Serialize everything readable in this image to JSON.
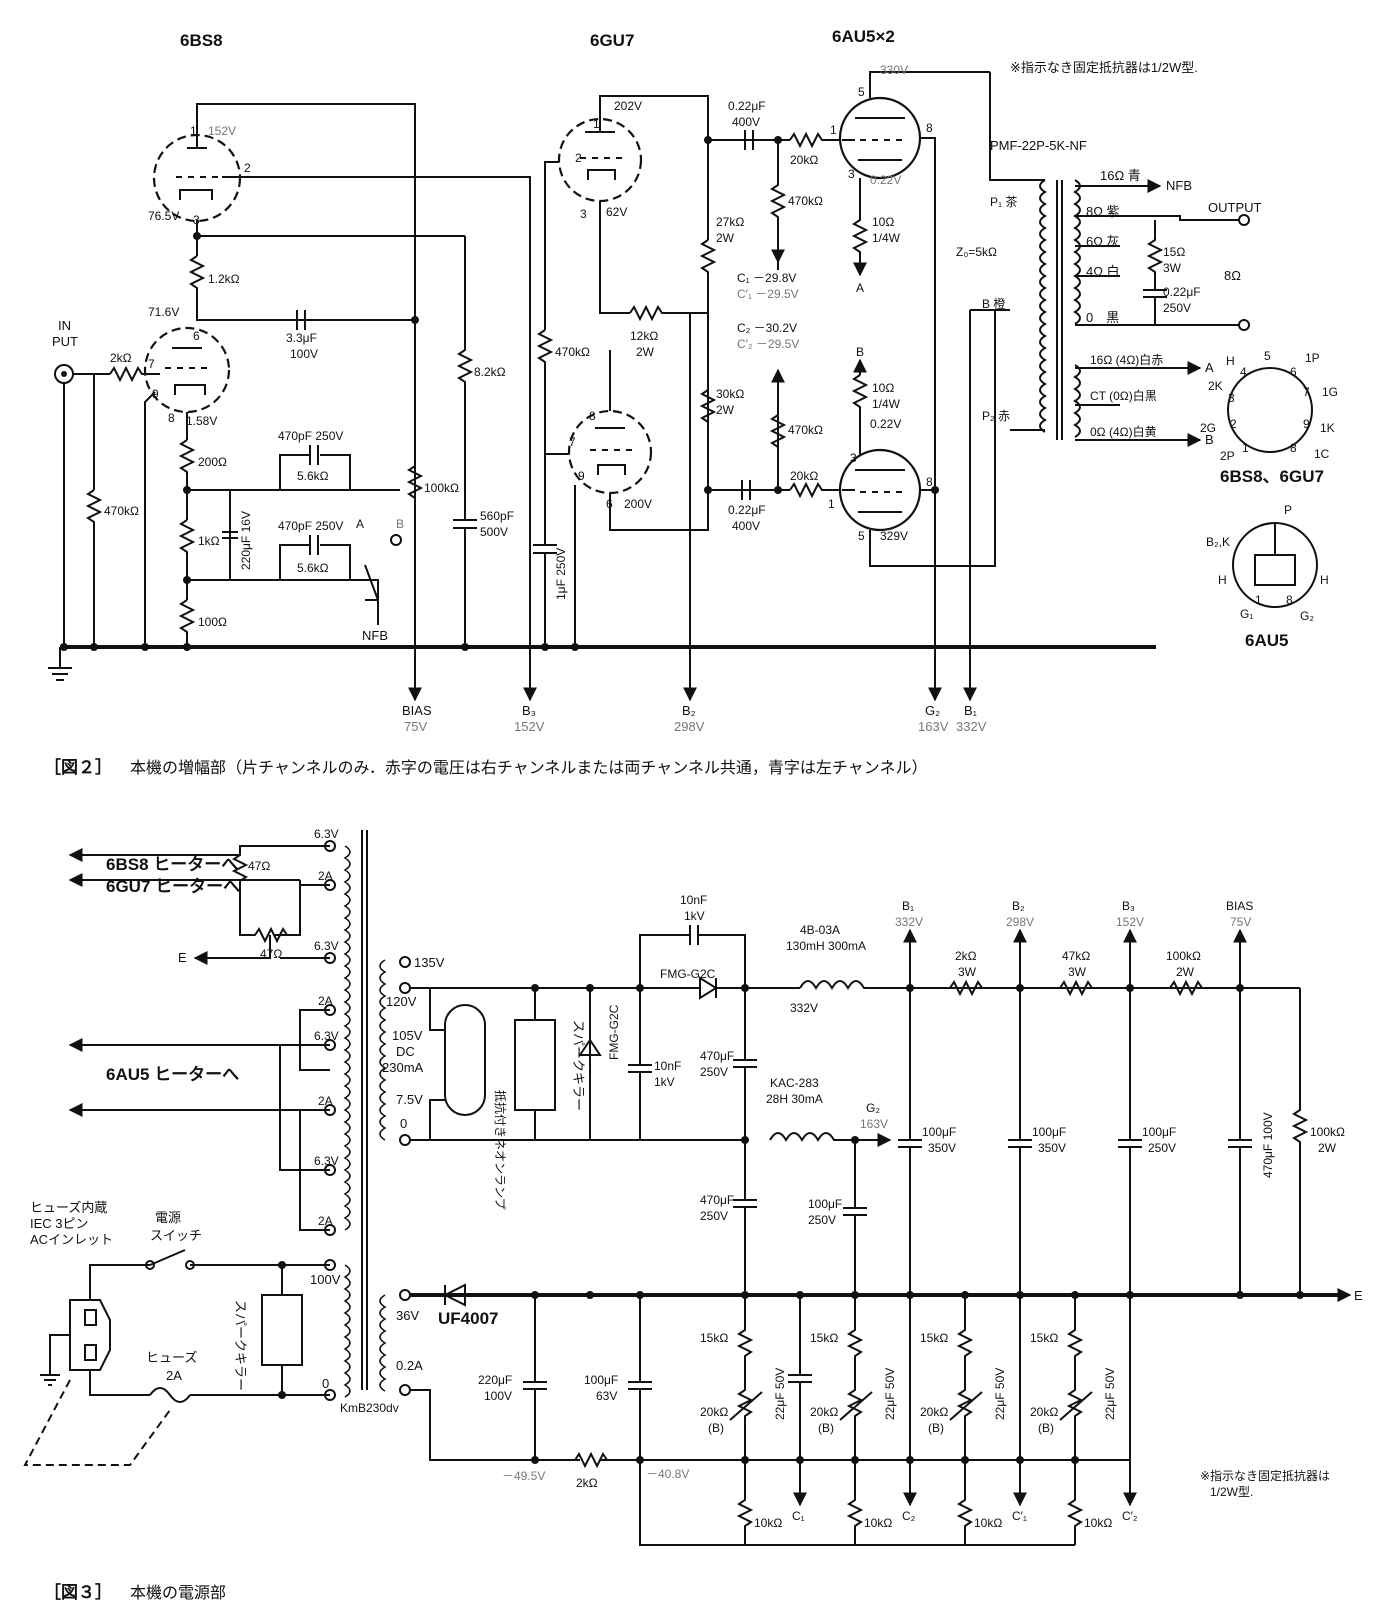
{
  "fig2": {
    "tube_labels": [
      "6BS8",
      "6GU7",
      "6AU5×2"
    ],
    "note": "※指示なき固定抵抗器は1/2W型.",
    "caption_num": "［図２］",
    "caption": "本機の増幅部（片チャンネルのみ．赤字の電圧は右チャンネルまたは両チャンネル共通，青字は左チャンネル）",
    "input": [
      "IN",
      "PUT"
    ],
    "transformer": "PMF-22P-5K-NF",
    "zp": "Z₀=5kΩ",
    "primary": [
      "P₁ 茶",
      "B 橙",
      "P₂ 赤"
    ],
    "secondary": [
      "16Ω 青",
      "8Ω 紫",
      "6Ω 灰",
      "4Ω 白",
      "0　黒"
    ],
    "secondary2": [
      "16Ω (4Ω)白赤",
      "CT (0Ω)白黒",
      "0Ω (4Ω)白黄"
    ],
    "output": "OUTPUT",
    "output_ohm": "8Ω",
    "nfb": "NFB",
    "supplies": [
      "BIAS",
      "75V",
      "B₃",
      "152V",
      "B₂",
      "298V",
      "G₂",
      "163V",
      "B₁",
      "332V"
    ],
    "labels": [
      "152V",
      "2",
      "76.5V",
      "3",
      "1.2kΩ",
      "71.6V",
      "6",
      "3.3μF",
      "100V",
      "7",
      "9",
      "8",
      "1.58V",
      "2kΩ",
      "200Ω",
      "470pF 250V",
      "5.6kΩ",
      "1kΩ",
      "220μF 16V",
      "470pF 250V",
      "5.6kΩ",
      "A",
      "B",
      "100Ω",
      "100kΩ",
      "470kΩ",
      "8.2kΩ",
      "560pF",
      "500V",
      "202V",
      "2",
      "3",
      "62V",
      "470kΩ",
      "12kΩ",
      "2W",
      "27kΩ",
      "2W",
      "30kΩ",
      "2W",
      "7",
      "9",
      "6",
      "200V",
      "1μF 250V",
      "0.22μF",
      "400V",
      "20kΩ",
      "470kΩ",
      "C₁ －29.8V",
      "C′₁ －29.5V",
      "C₂ －30.2V",
      "C′₂ －29.5V",
      "470kΩ",
      "20kΩ",
      "0.22μF",
      "400V",
      "330V",
      "5",
      "1",
      "8",
      "3",
      "0.22V",
      "10Ω",
      "1/4W",
      "A",
      "B",
      "10Ω",
      "1/4W",
      "0.22V",
      "3",
      "1",
      "8",
      "5",
      "329V",
      "15Ω",
      "3W",
      "0.22μF",
      "250V"
    ],
    "pins_a": {
      "title": "6BS8、6GU7",
      "pins": [
        "H",
        "5",
        "1P",
        "2K",
        "4",
        "6",
        "3",
        "7",
        "1G",
        "2G",
        "2",
        "9",
        "1K",
        "2P",
        "1",
        "8",
        "1C"
      ]
    },
    "pins_b": {
      "title": "6AU5",
      "pins": [
        "P",
        "B₂,K",
        "H",
        "H",
        "G₁",
        "1",
        "8",
        "G₂"
      ]
    }
  },
  "fig3": {
    "caption_num": "［図３］",
    "caption": "本機の電源部",
    "heaters": [
      "6BS8 ヒーターへ",
      "6GU7 ヒーターへ",
      "6AU5 ヒーターへ"
    ],
    "e_label": "E",
    "taps_left": [
      "6.3V",
      "2A",
      "47Ω",
      "47Ω",
      "6.3V",
      "2A",
      "6.3V",
      "2A",
      "6.3V",
      "2A"
    ],
    "taps_hv": [
      "135V",
      "120V",
      "105V",
      "DC",
      "230mA",
      "7.5V",
      "0"
    ],
    "neon": "抵抗付きネオンランプ",
    "spark": "スパークキラー",
    "fmg_v": "FMG-G2C",
    "fmg_top": "FMG-G2C",
    "cap_10nf_top": [
      "10nF",
      "1kV"
    ],
    "cap_10nf": [
      "10nF",
      "1kV"
    ],
    "choke1": [
      "4B-03A",
      "130mH 300mA"
    ],
    "v332": "332V",
    "choke2": [
      "KAC-283",
      "28H 30mA"
    ],
    "cap_470_1": [
      "470μF",
      "250V"
    ],
    "cap_470_2": [
      "470μF",
      "250V"
    ],
    "cap_100_g2": [
      "100μF",
      "250V"
    ],
    "g2": [
      "G₂",
      "163V"
    ],
    "rails": [
      {
        "name": "B₁",
        "v": "332V"
      },
      {
        "name": "B₂",
        "v": "298V"
      },
      {
        "name": "B₃",
        "v": "152V"
      },
      {
        "name": "BIAS",
        "v": "75V"
      }
    ],
    "series_r": [
      [
        "2kΩ",
        "3W"
      ],
      [
        "47kΩ",
        "3W"
      ],
      [
        "100kΩ",
        "2W"
      ]
    ],
    "bulk_caps": [
      [
        "100μF",
        "350V"
      ],
      [
        "100μF",
        "350V"
      ],
      [
        "100μF",
        "250V"
      ],
      [
        "470μF 100V"
      ]
    ],
    "r_bias": [
      "100kΩ",
      "2W"
    ],
    "mains": [
      "ヒューズ内蔵",
      "IEC 3ピン",
      "ACインレット"
    ],
    "switch": [
      "電源",
      "スイッチ"
    ],
    "fuse": [
      "ヒューズ",
      "2A"
    ],
    "spark2": "スパークキラー",
    "pri": [
      "100V",
      "0"
    ],
    "sec_bias": [
      "36V",
      "0.2A"
    ],
    "uf": "UF4007",
    "trafo": "KmB230dv",
    "cap_220": [
      "220μF",
      "100V"
    ],
    "cap_100_63": [
      "100μF",
      "63V"
    ],
    "r_2k": "2kΩ",
    "v_neg": [
      "－49.5V",
      "－40.8V"
    ],
    "adj": [
      {
        "r1": "15kΩ",
        "vr": "20kΩ",
        "b": "(B)",
        "r2": "10kΩ",
        "cap": "22μF 50V",
        "out": "C₁"
      },
      {
        "r1": "15kΩ",
        "vr": "20kΩ",
        "b": "(B)",
        "r2": "10kΩ",
        "cap": "22μF 50V",
        "out": "C₂"
      },
      {
        "r1": "15kΩ",
        "vr": "20kΩ",
        "b": "(B)",
        "r2": "10kΩ",
        "cap": "22μF 50V",
        "out": "C′₁"
      },
      {
        "r1": "15kΩ",
        "vr": "20kΩ",
        "b": "(B)",
        "r2": "10kΩ",
        "cap": "22μF 50V",
        "out": "C′₂"
      }
    ],
    "note": [
      "※指示なき固定抵抗器は",
      "1/2W型."
    ]
  }
}
